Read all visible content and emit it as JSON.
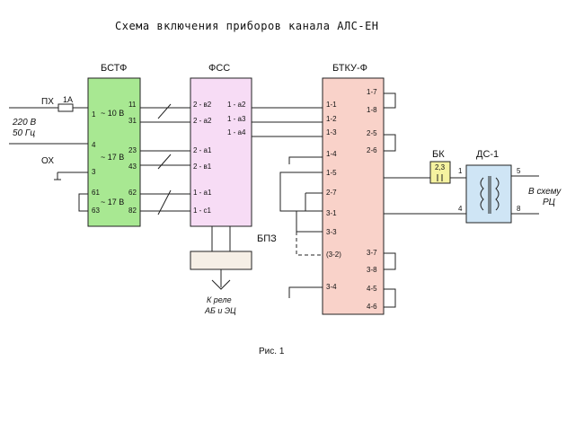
{
  "title": "Схема включения приборов канала АЛС-ЕН",
  "caption": "Рис. 1",
  "colors": {
    "bstf": "#a8e892",
    "fss": "#f7dcf5",
    "btku": "#f9d2c9",
    "bk": "#f5f2a0",
    "ds": "#cfe5f5",
    "bpz": "#f6efe6",
    "line": "#222222"
  },
  "bstf": {
    "label": "БСТФ",
    "v1": "~ 10 В",
    "v2": "~ 17 В",
    "v3": "~ 17 В",
    "pins_left": [
      "1",
      "4",
      "3",
      "61",
      "63"
    ],
    "pins_right": [
      "11",
      "31",
      "23",
      "43",
      "62",
      "82"
    ]
  },
  "fss": {
    "label": "ФСС",
    "pins_left": [
      "2 - в2",
      "2 - а2",
      "2 - а1",
      "2 - в1",
      "1 - а1",
      "1 - с1"
    ],
    "pins_right": [
      "1 - а2",
      "1 - а3",
      "1 - а4"
    ]
  },
  "btku": {
    "label": "БТКУ-Ф",
    "pins_left": [
      "1-1",
      "1-2",
      "1-3",
      "1-4",
      "1-5",
      "2-7",
      "3-1",
      "3-3",
      "(3-2)",
      "3-4"
    ],
    "pins_right": [
      "1-7",
      "1-8",
      "2-5",
      "2-6",
      "3-7",
      "3-8",
      "4-5",
      "4-6"
    ]
  },
  "bk": {
    "label": "БК",
    "value": "2,3"
  },
  "ds": {
    "label": "ДС-1",
    "pins": [
      "1",
      "4",
      "5",
      "8"
    ]
  },
  "bpz": {
    "label": "БПЗ"
  },
  "left_labels": {
    "px": "ПХ",
    "fuse": "1А",
    "ox": "ОХ",
    "supply_v": "220 В",
    "supply_f": "50 Гц"
  },
  "relay": {
    "line1": "К реле",
    "line2": "АБ и ЭЦ"
  },
  "rc": {
    "line1": "В схему",
    "line2": "РЦ"
  }
}
